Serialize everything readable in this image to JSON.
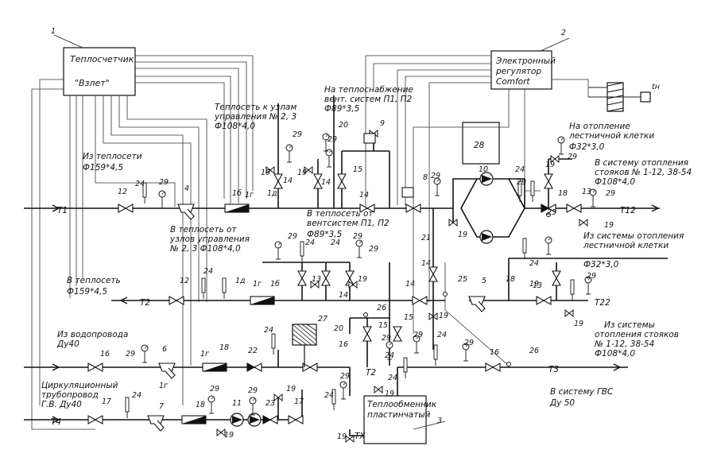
{
  "texts": {
    "item_1": "1",
    "heat_meter": "Теплосчетчик",
    "vzlet": "\"Взлет\"",
    "item_2": "2",
    "regulator_1": "Электронный",
    "regulator_2": "регулятор",
    "regulator_3": "Comfort",
    "tn": "tн",
    "to_nodes_1": "Теплосеть к узлам",
    "to_nodes_2": "управления № 2, 3",
    "to_nodes_3": "Ф108*4,0",
    "vent_supply_1": "На теплоснабжение",
    "vent_supply_2": "вент. систем П1, П2",
    "vent_supply_3": "Ф89*3,5",
    "stair_heat_1": "На отопление",
    "stair_heat_2": "лестничной клетки",
    "stair_heat_3": "Ф32*3,0",
    "from_net_1": "Из теплосети",
    "from_net_2": "Ф159*4,5",
    "risers_to_1": "В систему отопления",
    "risers_to_2": "стояков № 1-12, 38-54",
    "risers_to_3": "Ф108*4,0",
    "vent_return_1": "В теплосеть от",
    "vent_return_2": "вентсистем П1, П2",
    "vent_return_3": "Ф89*3,5",
    "nodes_return_1": "В теплосеть от",
    "nodes_return_2": "узлов управления",
    "nodes_return_3": "№ 2, 3  Ф108*4,0",
    "stair_return_1": "Из системы отопления",
    "stair_return_2": "лестничной клетки",
    "stair_return_3": "Ф32*3,0",
    "to_net_1": "В теплосеть",
    "to_net_2": "Ф159*4,5",
    "risers_from_1": "Из системы",
    "risers_from_2": "отопления стояков",
    "risers_from_3": "№ 1-12, 38-54",
    "risers_from_4": "Ф108*4,0",
    "water_1": "Из водопровода",
    "water_2": "Ду40",
    "circ_1": "Циркуляционный",
    "circ_2": "трубопровод",
    "circ_3": "Г.В. Ду40",
    "hw_1": "В систему ГВС",
    "hw_2": "Ду 50",
    "hx_1": "Теплообменник",
    "hx_2": "пластинчатый",
    "item_3": "3",
    "T1": "T1",
    "T2": "T2",
    "T2b": "T2",
    "T3": "T3",
    "T4": "T4",
    "T12": "T12",
    "T22": "T22",
    "TX": "TX",
    "item_28": "28"
  },
  "callouts": [
    {
      "t": "12"
    },
    {
      "t": "24"
    },
    {
      "t": "29"
    },
    {
      "t": "4"
    },
    {
      "t": "1б"
    },
    {
      "t": "1г"
    },
    {
      "t": "1д"
    },
    {
      "t": "19"
    },
    {
      "t": "29"
    },
    {
      "t": "14"
    },
    {
      "t": "19"
    },
    {
      "t": "29"
    },
    {
      "t": "14"
    },
    {
      "t": "20"
    },
    {
      "t": "9"
    },
    {
      "t": "15"
    },
    {
      "t": "14"
    },
    {
      "t": "29"
    },
    {
      "t": "8"
    },
    {
      "t": "10"
    },
    {
      "t": "24"
    },
    {
      "t": "29"
    },
    {
      "t": "19"
    },
    {
      "t": "29"
    },
    {
      "t": "18"
    },
    {
      "t": "13"
    },
    {
      "t": "29"
    },
    {
      "t": "25"
    },
    {
      "t": "19"
    },
    {
      "t": "21"
    },
    {
      "t": "19"
    },
    {
      "t": "29"
    },
    {
      "t": "24"
    },
    {
      "t": "29"
    },
    {
      "t": "24"
    },
    {
      "t": "29"
    },
    {
      "t": "13"
    },
    {
      "t": "19"
    },
    {
      "t": "14"
    },
    {
      "t": "12"
    },
    {
      "t": "24"
    },
    {
      "t": "1д"
    },
    {
      "t": "1г"
    },
    {
      "t": "1б"
    },
    {
      "t": "14"
    },
    {
      "t": "25"
    },
    {
      "t": "14"
    },
    {
      "t": "19"
    },
    {
      "t": "5"
    },
    {
      "t": "24"
    },
    {
      "t": "18"
    },
    {
      "t": "13"
    },
    {
      "t": "29"
    },
    {
      "t": "19"
    },
    {
      "t": "19"
    },
    {
      "t": "26"
    },
    {
      "t": "16"
    },
    {
      "t": "29"
    },
    {
      "t": "6"
    },
    {
      "t": "1г"
    },
    {
      "t": "18"
    },
    {
      "t": "22"
    },
    {
      "t": "24"
    },
    {
      "t": "27"
    },
    {
      "t": "20"
    },
    {
      "t": "16"
    },
    {
      "t": "15"
    },
    {
      "t": "15"
    },
    {
      "t": "29"
    },
    {
      "t": "29"
    },
    {
      "t": "24"
    },
    {
      "t": "24"
    },
    {
      "t": "29"
    },
    {
      "t": "16"
    },
    {
      "t": "26"
    },
    {
      "t": "17"
    },
    {
      "t": "24"
    },
    {
      "t": "1г"
    },
    {
      "t": "7"
    },
    {
      "t": "18"
    },
    {
      "t": "29"
    },
    {
      "t": "11"
    },
    {
      "t": "29"
    },
    {
      "t": "23"
    },
    {
      "t": "17"
    },
    {
      "t": "19"
    },
    {
      "t": "19"
    },
    {
      "t": "29"
    },
    {
      "t": "24"
    },
    {
      "t": "24"
    },
    {
      "t": "19"
    },
    {
      "t": "19"
    }
  ]
}
